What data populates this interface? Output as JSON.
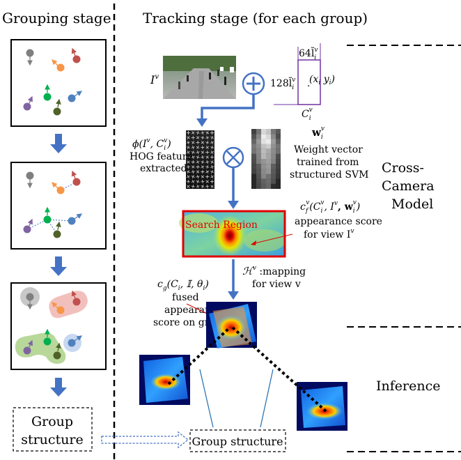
{
  "headers": {
    "grouping": "Grouping stage",
    "tracking": "Tracking stage (for each group)"
  },
  "side_labels": {
    "cross_camera_line1": "Cross-",
    "cross_camera_line2": "Camera",
    "cross_camera_line3": "Model",
    "inference": "Inference"
  },
  "boxes": {
    "group_structure_left_line1": "Group",
    "group_structure_left_line2": "structure",
    "group_structure_right": "Group structure"
  },
  "camera": {
    "image_symbol": "I",
    "image_sup": "v",
    "box_width_label": "64l̃",
    "box_width_sub": "i",
    "box_width_sup": "v",
    "box_height_label": "128l̃",
    "box_height_sub": "i",
    "box_height_sup": "v",
    "center_label": "(x",
    "center_sub_x": "i",
    "center_mid": " y",
    "center_sub_y": "i",
    "center_end": ")",
    "center_dot": "·",
    "box_symbol": "C",
    "box_sub": "i",
    "box_sup": "v"
  },
  "hog": {
    "formula": "ϕ(I",
    "formula_sup1": "v",
    "formula_mid": ", C",
    "formula_sub": "i",
    "formula_sup2": "v",
    "formula_end": ")",
    "line2": "HOG feature",
    "line3": "extracted"
  },
  "weight": {
    "symbol": "w",
    "sub": "i",
    "sup": "v",
    "line2": "Weight vector",
    "line3": "trained from",
    "line4": "structured SVM"
  },
  "search": {
    "label": "Search Region",
    "score_formula": "c",
    "score_sub": "f",
    "score_sup": "v",
    "score_args": "(C",
    "score_args_sub": "i",
    "score_args_sup": "v",
    "score_args_rest": ", I",
    "score_args_rest_sup": "v",
    "score_args_end": ", w",
    "score_args_end_sub": "i",
    "score_args_end_sup": "v",
    "score_args_close": ")",
    "score_line2": "appearance score",
    "score_line3": "for view I",
    "score_line3_sup": "v"
  },
  "mapping": {
    "symbol": "ℋ",
    "sup": "v",
    "text": " :mapping",
    "line2": "for view v"
  },
  "fused": {
    "formula": "c",
    "sub": "g",
    "args": "(C",
    "args_sub": "i",
    "args_rest": ", 𝕀, θ",
    "args_rest_sub": "i",
    "args_close": ")",
    "line2": "fused",
    "line3": "appearance",
    "line4": "score on ground"
  },
  "colors": {
    "arrow_blue": "#4472c4",
    "search_border": "#e00000",
    "search_text": "#e00000",
    "box_purple": "#7030a0",
    "grey_person": "#7f7f7f",
    "orange_person": "#f79646",
    "red_person": "#c0504d",
    "green_person": "#00b050",
    "purple_person": "#8064a2",
    "dark_green_person": "#4f6228",
    "blue_person": "#4f81bd"
  }
}
